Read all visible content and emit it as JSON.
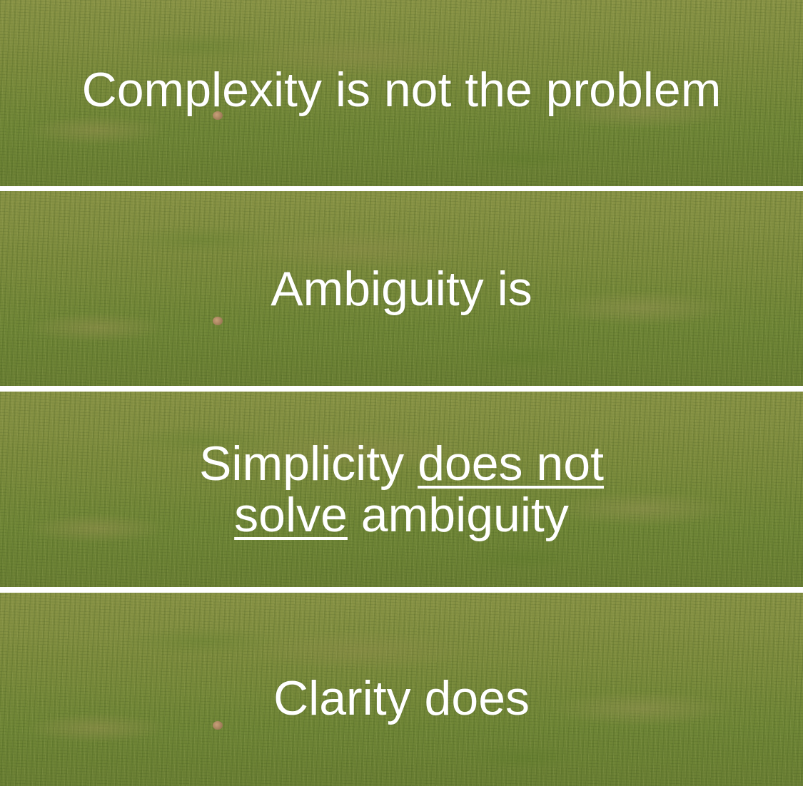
{
  "panels": [
    {
      "text": "Complexity is not the problem"
    },
    {
      "text": "Ambiguity is"
    },
    {
      "text_parts": {
        "lead": "Simplicity ",
        "underlined_1": "does not",
        "underlined_2": "solve",
        "trail": " ambiguity"
      }
    },
    {
      "text": "Clarity does"
    }
  ],
  "colors": {
    "text": "#ffffff",
    "divider": "#ffffff",
    "grass": "#7b8a3e"
  }
}
